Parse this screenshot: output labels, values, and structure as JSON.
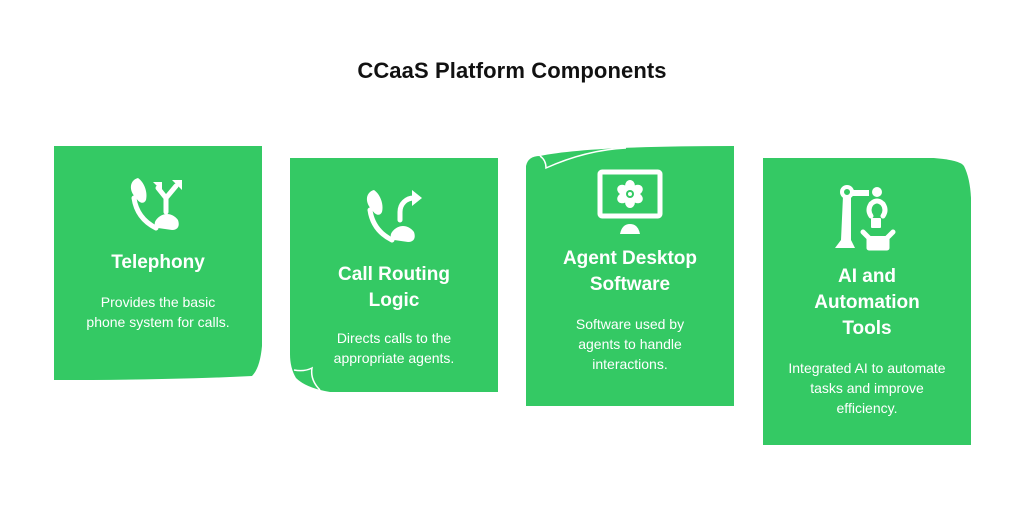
{
  "title": "CCaaS Platform Components",
  "colors": {
    "card_fill": "#34C964",
    "text_on_card": "#FFFFFF",
    "title_text": "#111111",
    "background": "#FFFFFF"
  },
  "cards": [
    {
      "title": "Telephony",
      "description": "Provides the basic phone system for calls.",
      "icon": "phone-split-arrows-icon"
    },
    {
      "title": "Call Routing Logic",
      "description": "Directs calls to the appropriate agents.",
      "icon": "phone-forward-arrow-icon"
    },
    {
      "title": "Agent Desktop Software",
      "description": "Software used by agents to handle interactions.",
      "icon": "monitor-gear-icon"
    },
    {
      "title": "AI and Automation Tools",
      "description": "Integrated AI to automate tasks and improve efficiency.",
      "icon": "robot-arm-icon"
    }
  ]
}
